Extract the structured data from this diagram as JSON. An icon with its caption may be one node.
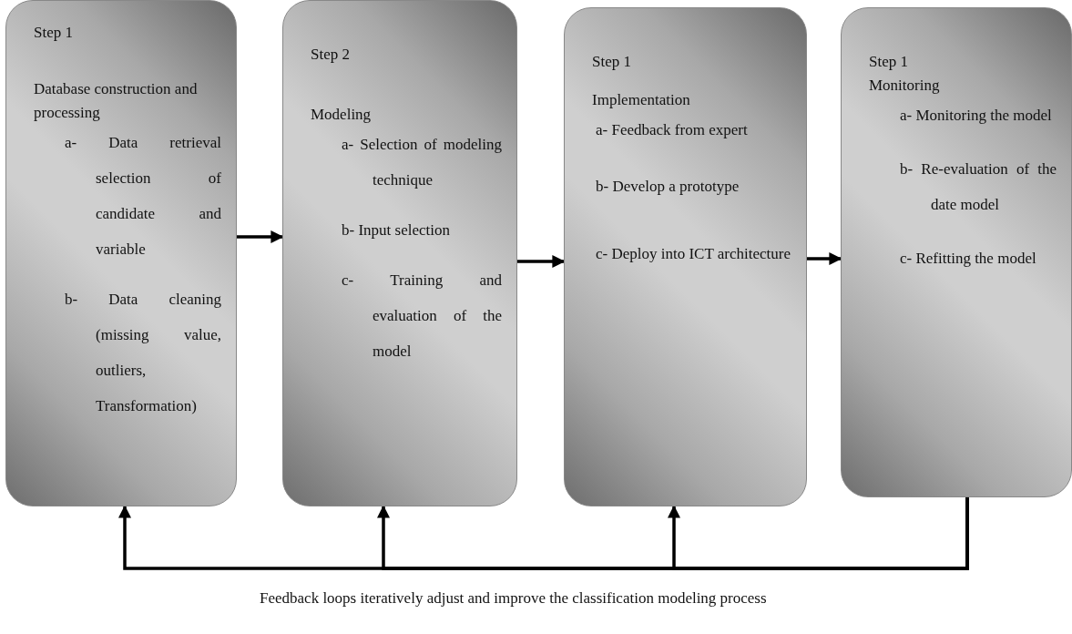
{
  "diagram": {
    "nodes": [
      {
        "text": [
          "Step 1",
          "Database construction and processing",
          "a- Data retrieval selection of candidate and variable",
          "b- Data cleaning (missing value, outliers, Transformation)"
        ]
      },
      {
        "text": [
          "Step 2",
          "Modeling",
          "a- Selection of modeling technique",
          "b- Input selection",
          "c- Training and evaluation of the model"
        ]
      },
      {
        "text": [
          "Step 1",
          "Implementation",
          "a- Feedback from expert",
          "b- Develop a prototype",
          "c- Deploy into ICT architecture"
        ]
      },
      {
        "text": [
          "Step 1",
          "Monitoring",
          "a- Monitoring the model",
          "b- Re-evaluation of the date model",
          "c- Refitting the model"
        ]
      }
    ],
    "edges": [
      {
        "from": 0,
        "to": 1,
        "arrow": "to"
      },
      {
        "from": 1,
        "to": 2,
        "arrow": "to"
      },
      {
        "from": 2,
        "to": 3,
        "arrow": "to"
      },
      {
        "from": 3,
        "to": 0,
        "arrow": "to"
      },
      {
        "from": 3,
        "to": 1,
        "arrow": "to"
      },
      {
        "from": 3,
        "to": 2,
        "arrow": "to"
      }
    ],
    "labels": [
      "Feedback loops iteratively adjust and improve the classification modeling process"
    ]
  }
}
